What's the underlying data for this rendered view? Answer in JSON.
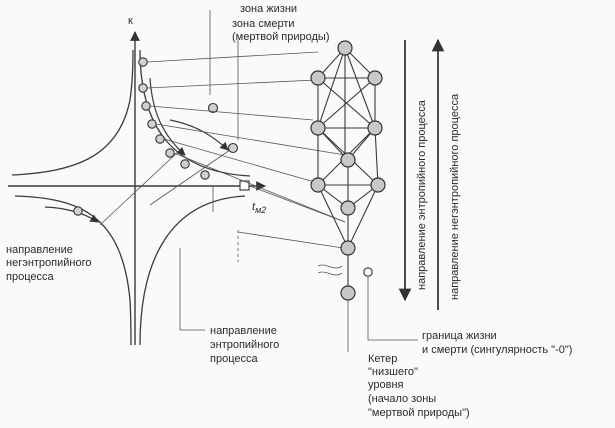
{
  "labels": {
    "axis_k": "к",
    "t_label": "t",
    "t_sub": "м2",
    "zone_life": "зона жизни",
    "zone_death_1": "зона смерти",
    "zone_death_2": "(мертвой природы)",
    "neg_dir_1": "направление",
    "neg_dir_2": "негэнтропийного",
    "neg_dir_3": "процесса",
    "ent_dir_1": "направление",
    "ent_dir_2": "энтропийного",
    "ent_dir_3": "процесса",
    "boundary_1": "граница жизни",
    "boundary_2": "и смерти (сингулярность \"-0\")",
    "keter_1": "Кетер",
    "keter_2": "\"низшего\"",
    "keter_3": "уровня",
    "keter_4": "(начало зоны",
    "keter_5": "\"мертвой природы\")",
    "vert_entropy": "направление энтропийного процесса",
    "vert_negentropy": "направление негэнтропийного процесса"
  }
}
